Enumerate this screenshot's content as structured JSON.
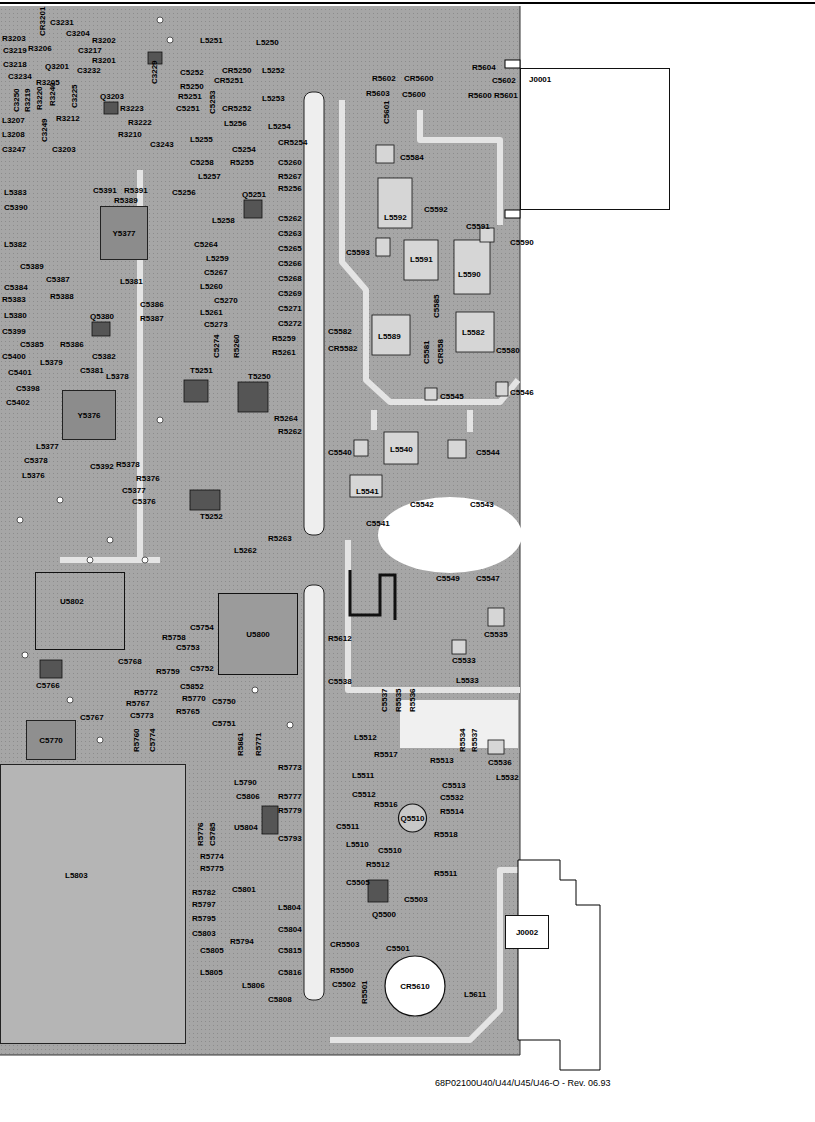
{
  "diagram": {
    "caption": "68P02100U40/U44/U45/U46-O - Rev. 06.93",
    "nodes": [
      {
        "text": [
          "J0001"
        ]
      },
      {
        "text": [
          "Y5377"
        ]
      },
      {
        "text": [
          "Y5376"
        ]
      },
      {
        "text": [
          "U5802"
        ]
      },
      {
        "text": [
          "U5800"
        ]
      },
      {
        "text": [
          "C5770"
        ]
      },
      {
        "text": [
          "L5803"
        ]
      },
      {
        "text": [
          "Q5510"
        ]
      },
      {
        "text": [
          "J0002"
        ]
      },
      {
        "text": [
          "CR5610"
        ]
      }
    ],
    "labels": [
      "CR3201",
      "C3231",
      "C3204",
      "R3203",
      "R3202",
      "C3219",
      "R3206",
      "C3217",
      "R3201",
      "C3218",
      "Q3201",
      "C3232",
      "C3234",
      "R3205",
      "C3229",
      "C3250",
      "R3219",
      "R3220",
      "R3240",
      "C3225",
      "Q3203",
      "R3223",
      "L3207",
      "R3212",
      "R3222",
      "L3208",
      "C3249",
      "R3210",
      "C3247",
      "C3203",
      "C3243",
      "L5251",
      "L5250",
      "C5252",
      "CR5250",
      "L5252",
      "CR5251",
      "R5250",
      "R5251",
      "L5253",
      "C5253",
      "C5251",
      "CR5252",
      "L5256",
      "L5254",
      "L5255",
      "CR5254",
      "C5254",
      "C5258",
      "R5255",
      "C5260",
      "L5257",
      "R5267",
      "R5256",
      "C5256",
      "Q5251",
      "C5262",
      "L5258",
      "C5263",
      "C5264",
      "C5265",
      "L5259",
      "C5266",
      "C5267",
      "C5268",
      "L5260",
      "C5269",
      "C5270",
      "C5271",
      "L5261",
      "C5272",
      "C5273",
      "C5274",
      "R5260",
      "R5259",
      "R5261",
      "T5251",
      "T5250",
      "R5264",
      "R5262",
      "T5252",
      "R5263",
      "L5262",
      "L5383",
      "C5391",
      "R5391",
      "R5389",
      "C5390",
      "L5382",
      "C5389",
      "C5387",
      "L5381",
      "C5384",
      "R5388",
      "R5383",
      "C5386",
      "L5380",
      "Q5380",
      "R5387",
      "C5399",
      "C5385",
      "R5386",
      "C5400",
      "C5382",
      "L5379",
      "C5381",
      "C5401",
      "L5378",
      "C5398",
      "C5402",
      "L5377",
      "C5378",
      "R5378",
      "C5392",
      "L5376",
      "R5376",
      "C5377",
      "C5376",
      "C5754",
      "R5758",
      "C5753",
      "C5768",
      "C5752",
      "R5759",
      "C5766",
      "C5852",
      "R5772",
      "R5770",
      "C5750",
      "R5767",
      "R5765",
      "C5773",
      "C5767",
      "C5751",
      "R5760",
      "C5774",
      "R5861",
      "R5771",
      "R5773",
      "L5790",
      "C5806",
      "R5777",
      "R5779",
      "U5804",
      "C5793",
      "R5776",
      "C5785",
      "R5774",
      "R5775",
      "R5782",
      "C5801",
      "R5797",
      "L5804",
      "R5795",
      "C5804",
      "C5803",
      "R5794",
      "C5805",
      "C5815",
      "L5805",
      "C5816",
      "L5806",
      "C5808",
      "R5604",
      "R5602",
      "CR5600",
      "C5602",
      "R5603",
      "C5600",
      "R5600",
      "R5601",
      "C5601",
      "C5584",
      "C5592",
      "L5592",
      "C5591",
      "C5590",
      "C5593",
      "L5591",
      "L5590",
      "C5585",
      "C5582",
      "L5582",
      "L5589",
      "CR5582",
      "C5581",
      "CR558",
      "C5580",
      "C5546",
      "C5545",
      "C5540",
      "L5540",
      "C5544",
      "L5541",
      "C5542",
      "C5543",
      "C5541",
      "C5549",
      "C5547",
      "R5612",
      "C5535",
      "C5533",
      "L5533",
      "C5538",
      "C5537",
      "R5535",
      "R5536",
      "L5512",
      "R5534",
      "R5537",
      "R5513",
      "C5536",
      "R5517",
      "L5511",
      "L5532",
      "C5513",
      "C5512",
      "C5532",
      "R5516",
      "R5514",
      "C5511",
      "R5518",
      "L5510",
      "C5510",
      "R5512",
      "R5511",
      "C5505",
      "C5503",
      "Q5500",
      "CR5503",
      "C5501",
      "R5500",
      "C5502",
      "R5501",
      "L5611"
    ]
  }
}
